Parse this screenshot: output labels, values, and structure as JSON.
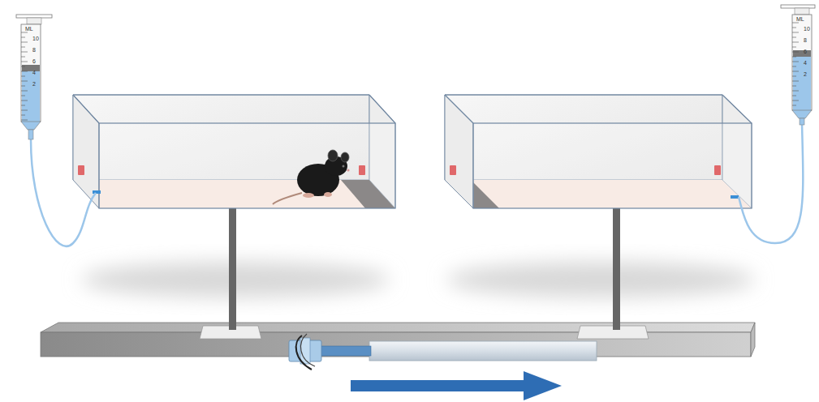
{
  "diagram": {
    "labels": [
      "ML",
      "10",
      "8",
      "6",
      "4",
      "2",
      "ML",
      "10",
      "8",
      "6",
      "4",
      "2"
    ]
  }
}
